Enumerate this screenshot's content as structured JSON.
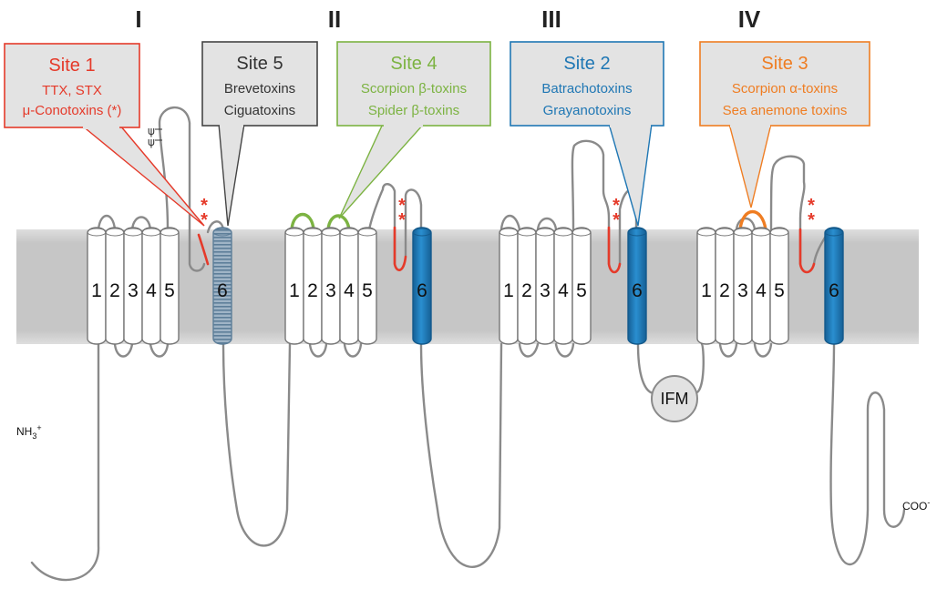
{
  "domains": [
    {
      "label": "I"
    },
    {
      "label": "II"
    },
    {
      "label": "III"
    },
    {
      "label": "IV"
    }
  ],
  "segment_labels": [
    "1",
    "2",
    "3",
    "4",
    "5",
    "6"
  ],
  "sites": [
    {
      "title": "Site 1",
      "lines": [
        "TTX, STX",
        "μ-Conotoxins (*)"
      ],
      "color": "#e53a2a"
    },
    {
      "title": "Site 5",
      "lines": [
        "Brevetoxins",
        "Ciguatoxins"
      ],
      "color": "#333333"
    },
    {
      "title": "Site 4",
      "lines": [
        "Scorpion β-toxins",
        "Spider β-toxins"
      ],
      "color": "#7cb342"
    },
    {
      "title": "Site 2",
      "lines": [
        "Batrachotoxins",
        "Grayanotoxins"
      ],
      "color": "#1f77b4"
    },
    {
      "title": "Site 3",
      "lines": [
        "Scorpion α-toxins",
        "Sea anemone toxins"
      ],
      "color": "#ef7d22"
    }
  ],
  "termini": {
    "n_base": "NH",
    "n_sub": "3",
    "n_sup": "+",
    "c_base": "COO",
    "c_sup": "-"
  },
  "ifm_label": "IFM",
  "star_glyph": "*",
  "glyco_glyph": "ψ",
  "colors": {
    "membrane": "#c8c8c8",
    "segment_fill": "#ffffff",
    "segment_stroke": "#777777",
    "s6_blue": "#1f7ab8",
    "s6_hatched": "#8099b0",
    "loop": "#888888",
    "p_loop_red": "#e53a2a",
    "site4_green": "#7cb342",
    "site3_orange": "#ef7d22"
  }
}
